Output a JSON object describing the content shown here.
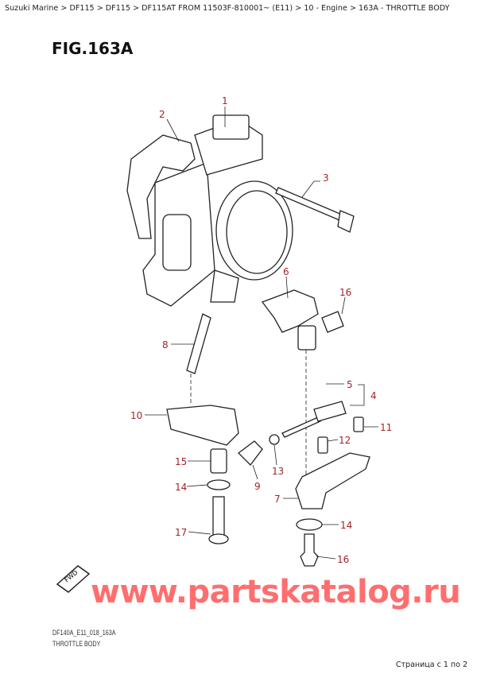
{
  "breadcrumb": "Suzuki Marine > DF115 > DF115 > DF115AT FROM 11503F-810001~ (E11) > 10 - Engine > 163A - THROTTLE BODY",
  "figure_title": "FIG.163A",
  "callouts": [
    "1",
    "2",
    "3",
    "6",
    "16",
    "8",
    "5",
    "4",
    "10",
    "11",
    "12",
    "15",
    "13",
    "9",
    "14",
    "7",
    "14",
    "17",
    "16"
  ],
  "fwd_label": "FWD",
  "watermark": "www.partskatalog.ru",
  "drawing_code": "DF140A_E11_018_163A",
  "drawing_title": "THROTTLE BODY",
  "pagination": "Страница с 1 по 2",
  "colors": {
    "callout": "#a0262a",
    "watermark": "#ff4a4a"
  }
}
